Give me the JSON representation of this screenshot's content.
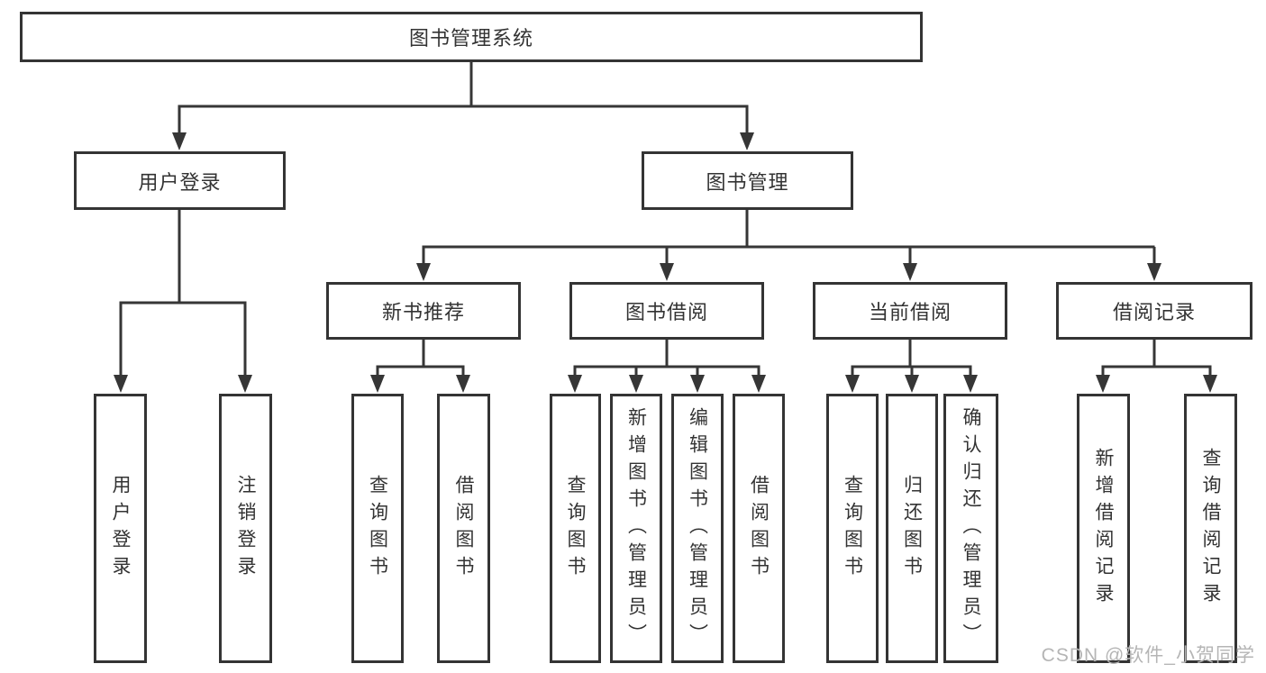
{
  "diagram": {
    "title": "图书管理系统",
    "level2": [
      {
        "label": "用户登录"
      },
      {
        "label": "图书管理"
      }
    ],
    "level3": [
      {
        "label": "新书推荐"
      },
      {
        "label": "图书借阅"
      },
      {
        "label": "当前借阅"
      },
      {
        "label": "借阅记录"
      }
    ],
    "leaves": [
      "用户登录",
      "注销登录",
      "查询图书",
      "借阅图书",
      "查询图书",
      "新增图书（管理员）",
      "编辑图书（管理员）",
      "借阅图书",
      "查询图书",
      "归还图书",
      "确认归还（管理员）",
      "新增借阅记录",
      "查询借阅记录"
    ]
  },
  "watermark": "CSDN @软件_小贺同学",
  "colors": {
    "line": "#363636",
    "border": "#343434",
    "text": "#333333",
    "watermark": "#b5b5b5",
    "background": "#ffffff"
  }
}
